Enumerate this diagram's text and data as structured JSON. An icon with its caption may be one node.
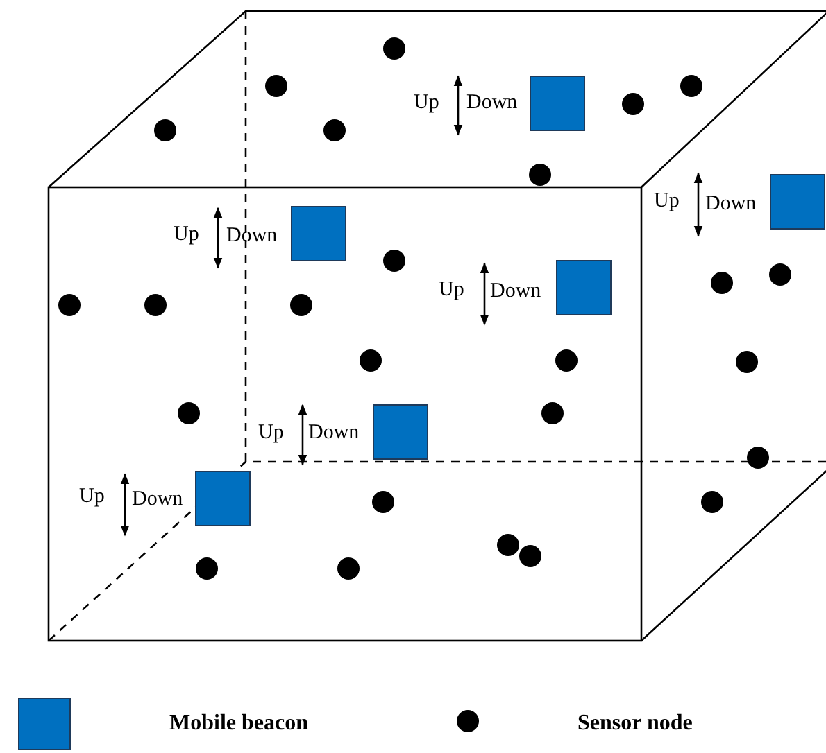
{
  "diagram": {
    "labels": [
      "Up",
      "Down",
      "Up",
      "Down",
      "Up",
      "Down",
      "Up",
      "Down",
      "Up",
      "Down",
      "Up",
      "Down"
    ],
    "legend": [
      {
        "text": "Mobile beacon",
        "color": "#0070c0"
      },
      {
        "text": "Sensor node"
      }
    ]
  }
}
